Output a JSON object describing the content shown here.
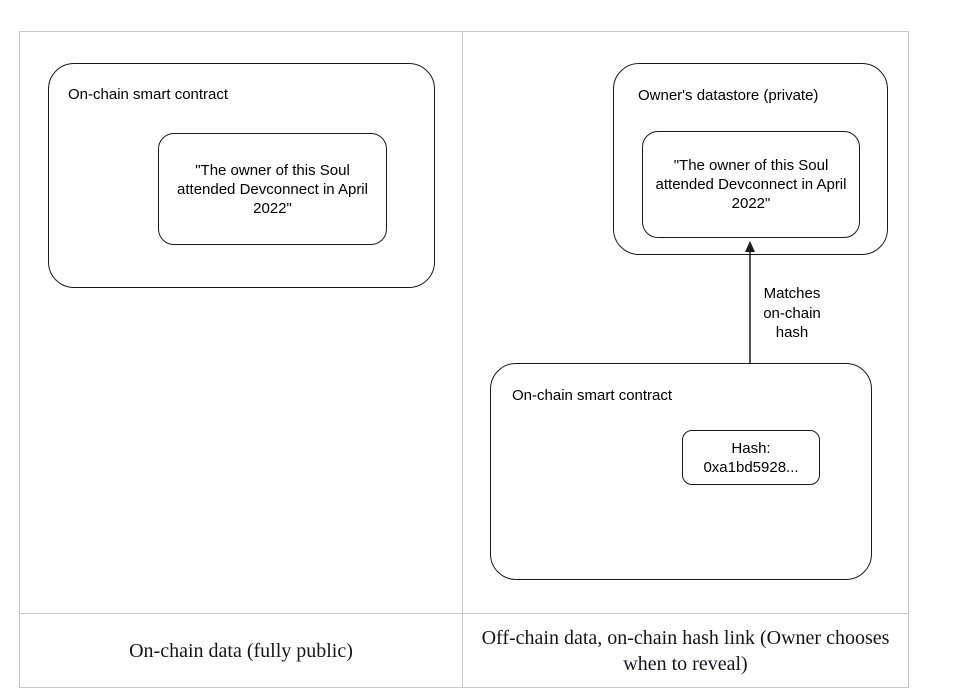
{
  "colors": {
    "table_border": "#c9c9c9",
    "diagram_stroke": "#1a1a1a",
    "diagram_text": "#000000",
    "caption_text": "#15151e",
    "background": "#ffffff"
  },
  "panels": {
    "left": {
      "contract_label": "On-chain smart contract",
      "claim_lines": [
        "\"The owner of this Soul",
        "attended Devconnect in April",
        "2022\""
      ]
    },
    "right": {
      "datastore_label": "Owner's datastore (private)",
      "claim_lines": [
        "\"The owner of this Soul",
        "attended Devconnect in April",
        "2022\""
      ],
      "arrow_label_lines": [
        "Matches",
        "on-chain",
        "hash"
      ],
      "contract_label": "On-chain smart contract",
      "hash_lines": [
        "Hash:",
        "0xa1bd5928..."
      ]
    }
  },
  "captions": {
    "left": "On-chain data (fully public)",
    "right": "Off-chain data, on-chain hash link (Owner chooses when to reveal)"
  }
}
